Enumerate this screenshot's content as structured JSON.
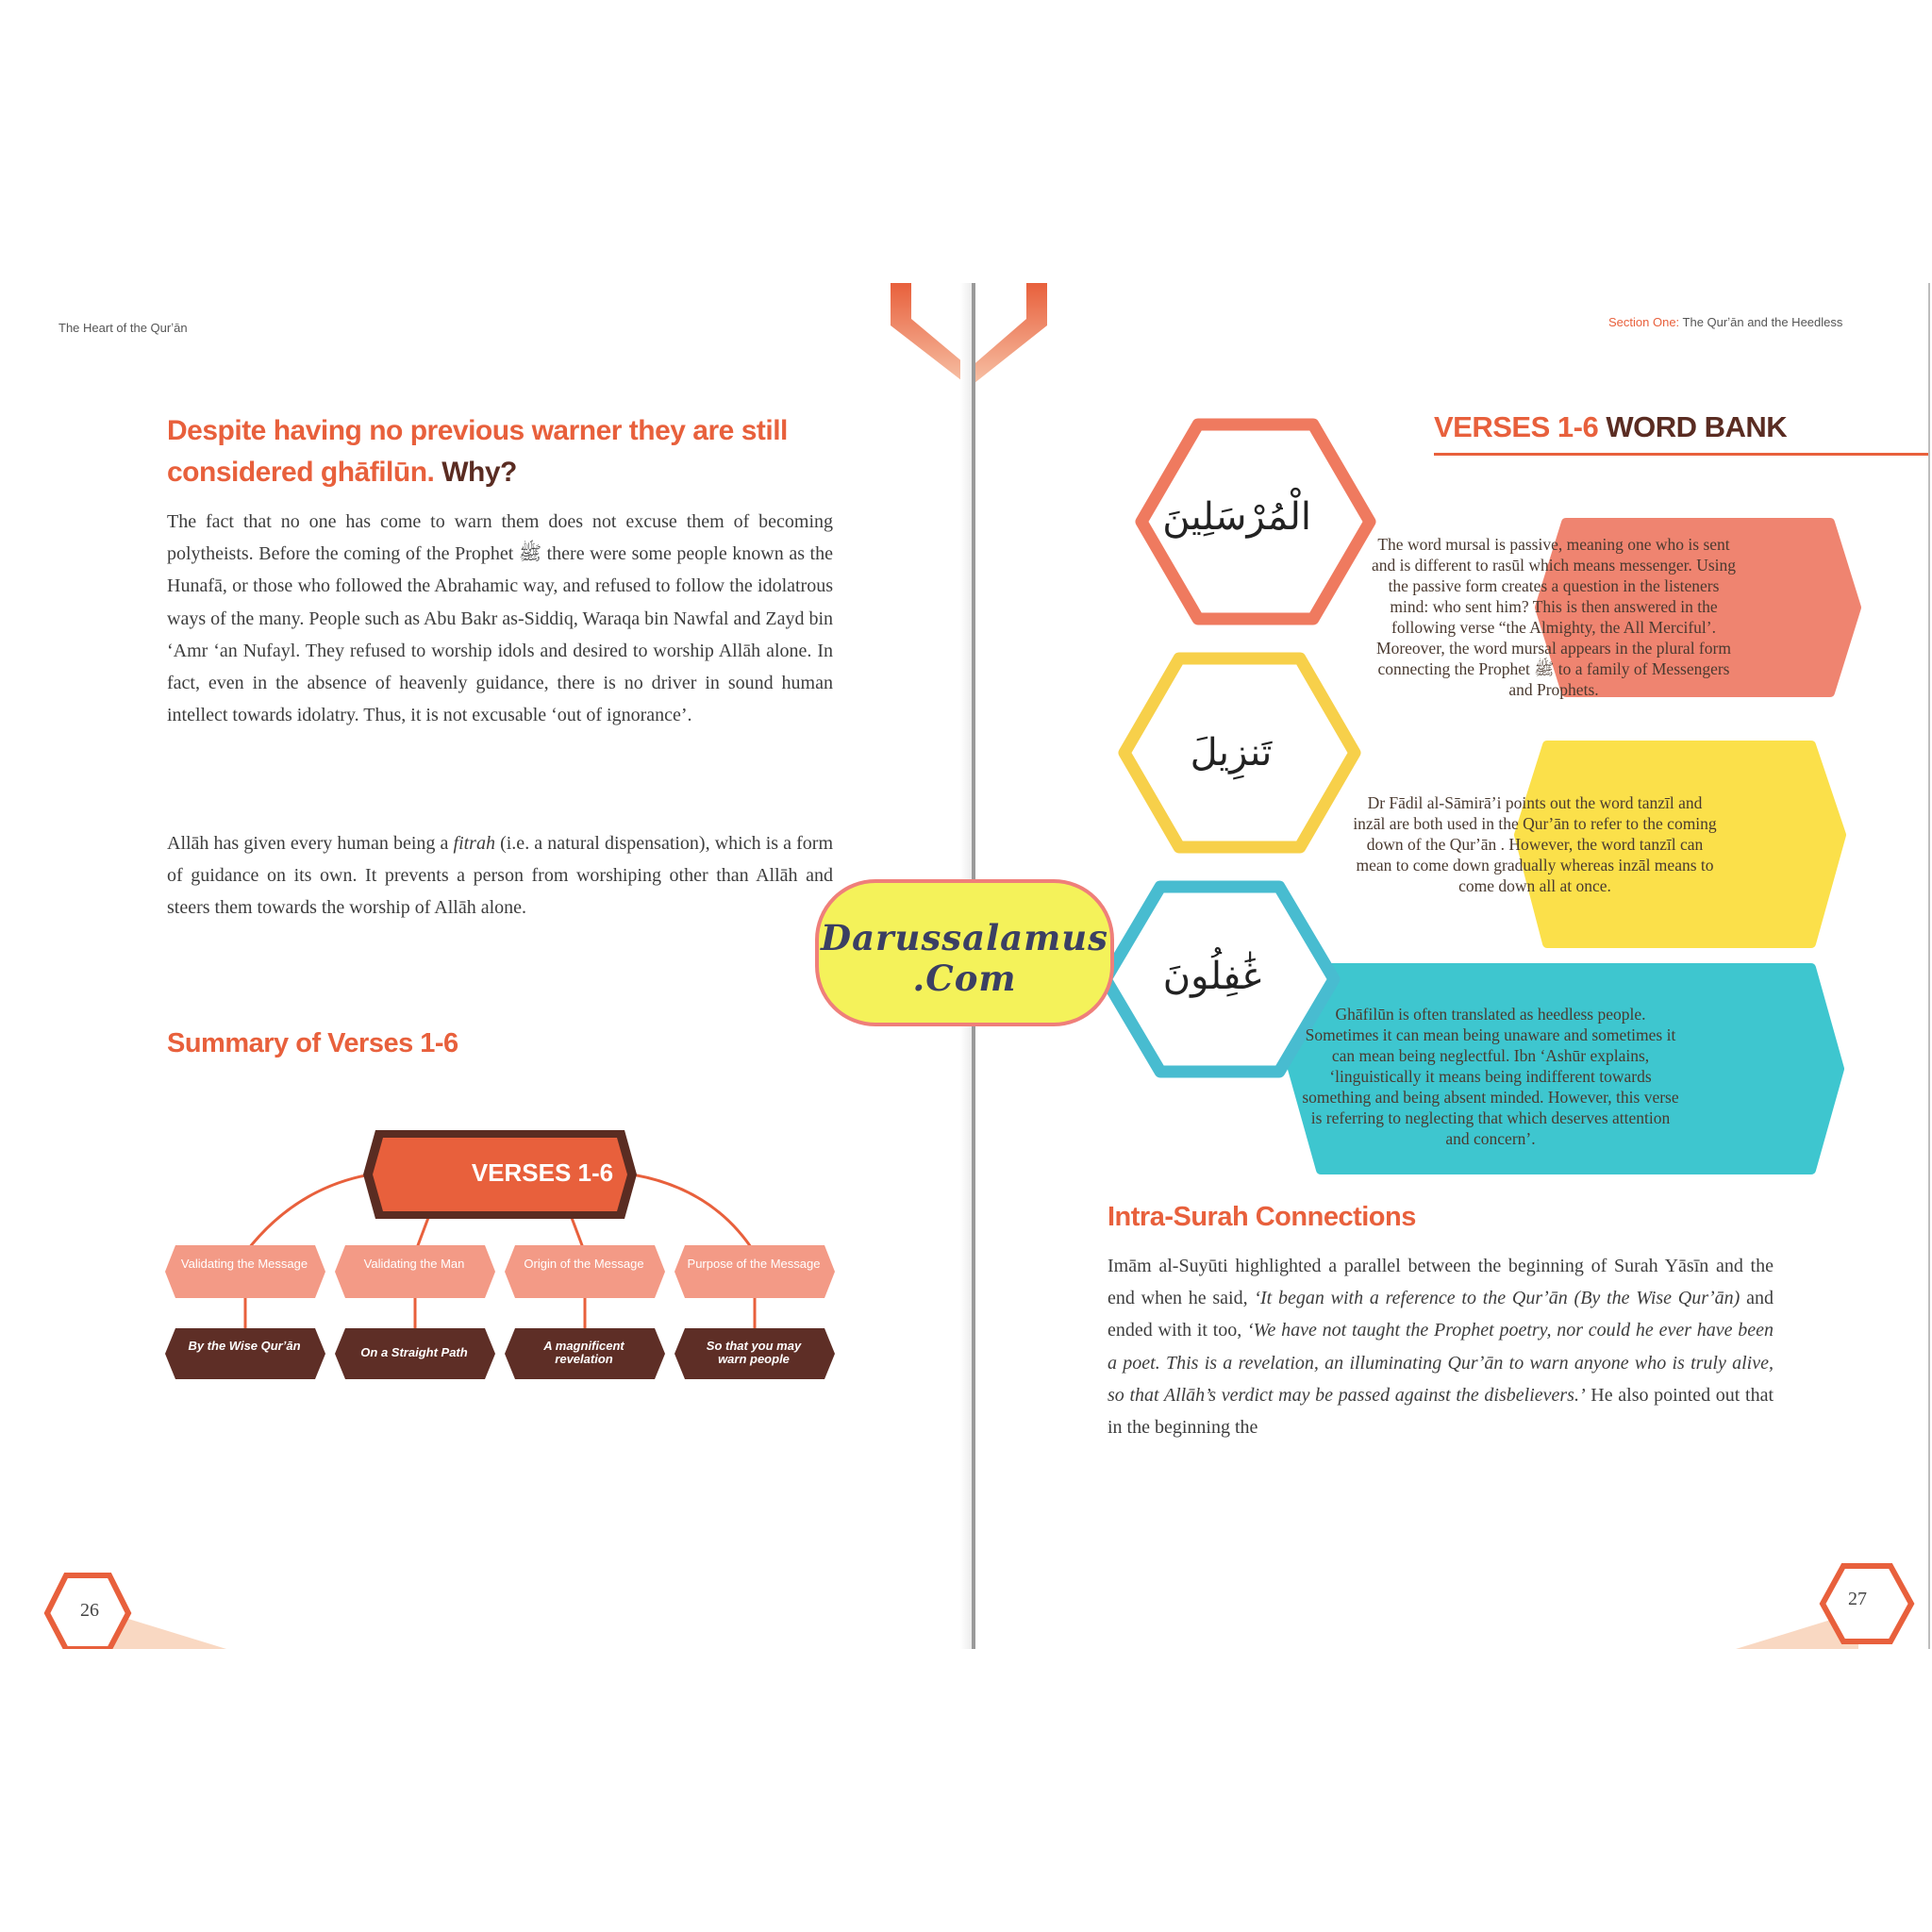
{
  "left_page": {
    "running_head": "The Heart of the Qurʼān",
    "heading_part1": "Despite having no previous warner they are still considered ghāfilūn.",
    "heading_part2": "Why?",
    "paragraph1": "The fact that no one has come to warn them does not excuse them of becoming polytheists. Before the coming of the Prophet ﷺ there were some people known as the Hunafā, or those who followed the Abrahamic way, and refused to follow the idolatrous ways of the many. People such as Abu Bakr as-Siddiq, Waraqa bin Nawfal and Zayd bin ‘Amr ‘an Nufayl. They refused to worship idols and desired to worship Allāh alone. In fact, even in the absence of heavenly guidance, there is no driver in sound human intellect towards idolatry. Thus, it is not excusable ‘out of ignorance’.",
    "paragraph2_a": "Allāh has given every human being a",
    "paragraph2_em": "fitrah",
    "paragraph2_b": "(i.e. a natural dispensation), which is a form of guidance on its own. It prevents a person from worshiping other than Allāh and steers them towards the worship of Allāh alone.",
    "summary_title": "Summary of Verses 1-6",
    "mindmap": {
      "root": "VERSES 1-6",
      "branches": [
        {
          "label": "Validating the Message",
          "leaf": "By the Wise Qurʼān"
        },
        {
          "label": "Validating the Man",
          "leaf": "On a Straight Path"
        },
        {
          "label": "Origin of the Message",
          "leaf": "A magnificent revelation"
        },
        {
          "label": "Purpose of the Message",
          "leaf": "So that you may warn people"
        }
      ]
    },
    "page_number": "26"
  },
  "right_page": {
    "running_head_section": "Section One:",
    "running_head_title": "The Qurʼān and the Heedless",
    "word_bank_title_a": "VERSES 1-6",
    "word_bank_title_b": "WORD BANK",
    "cards": [
      {
        "arabic": "الْمُرْسَلِينَ",
        "text": "The word mursal is passive, meaning one who is sent and is different to rasūl which means messenger. Using the passive form creates a question in the listeners mind: who sent him? This is then answered in the following verse “the Almighty, the All Merciful’. Moreover, the word mursal appears in the plural form connecting the Prophet ﷺ to a family of Messengers and Prophets.",
        "color": "#ef8470"
      },
      {
        "arabic": "تَنزِيلَ",
        "text": "Dr Fādil al-Sāmirā’i points out the word tanzīl and inzāl are both used in the Qurʼān  to refer to the coming down of the Qurʼān . However, the word tanzīl can mean to come down gradually whereas inzāl means to come down all at once.",
        "color": "#fbe04a"
      },
      {
        "arabic": "غَٰفِلُونَ",
        "text": "Ghāfilūn is often translated as heedless people. Sometimes it can mean being unaware and sometimes it can mean being neglectful. Ibn ‘Ashūr explains, ‘linguistically it means being indifferent towards something and being absent minded. However, this verse is referring to neglecting that which deserves attention and concern’.",
        "color": "#3ec6cf"
      }
    ],
    "intra_title": "Intra-Surah Connections",
    "intra_a": "Imām al-Suyūti highlighted a parallel between the beginning of Surah Yāsīn and the end when he said,",
    "intra_em1": "‘It began with a reference to the Qurʼān (By the Wise Qurʼān)",
    "intra_b": "and ended with it too,",
    "intra_em2": "‘We have not taught the Prophet poetry, nor could he ever have been a poet. This is a revelation, an illuminating Qurʼān to warn anyone who is truly alive, so that Allāh’s verdict may be passed against the disbelievers.’",
    "intra_c": "He also pointed out that in the beginning the",
    "page_number": "27"
  },
  "watermark": {
    "line1": "Darussalamus",
    "line2": ".Com"
  },
  "colors": {
    "accent": "#e8603c",
    "dark_brown": "#5a2c22",
    "salmon": "#ef8470",
    "yellow": "#fbe04a",
    "teal": "#3ec6cf"
  }
}
